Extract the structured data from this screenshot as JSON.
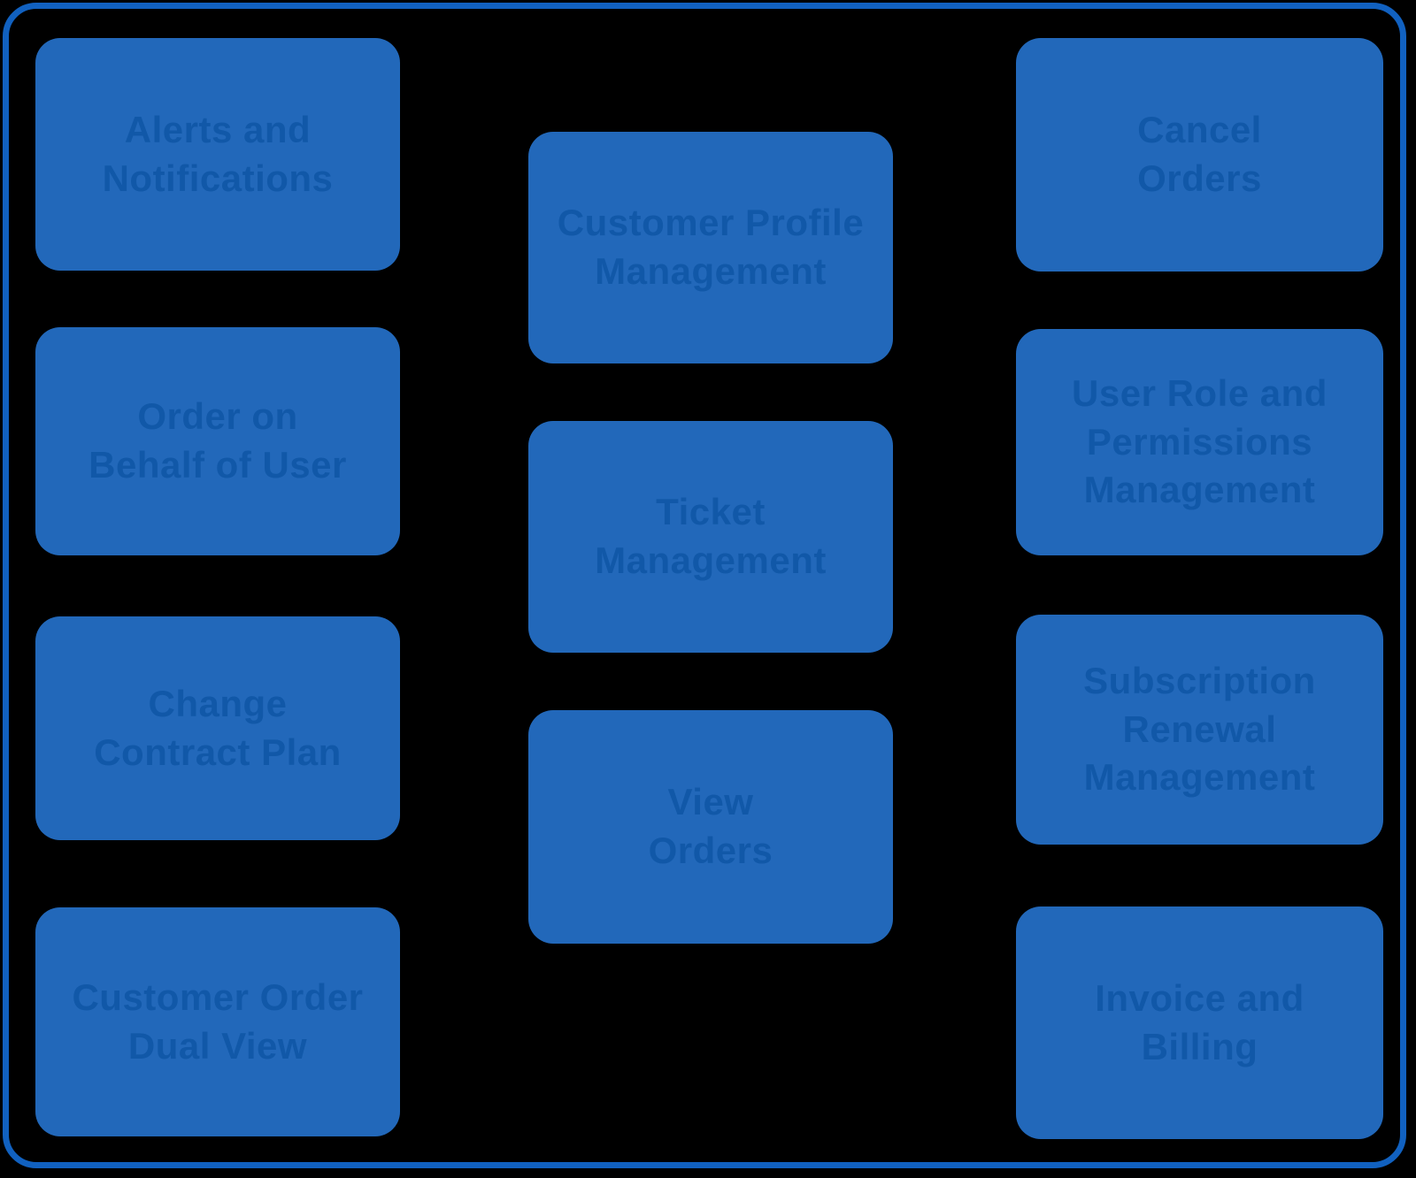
{
  "colors": {
    "background": "#000000",
    "frame_border": "#1161c0",
    "box_fill": "#2268ba",
    "box_text": "#1158a8"
  },
  "diagram": {
    "columns": [
      {
        "id": "left",
        "boxes": [
          {
            "label": "Alerts and\nNotifications"
          },
          {
            "label": "Order on\nBehalf of User"
          },
          {
            "label": "Change\nContract Plan"
          },
          {
            "label": "Customer Order\nDual View"
          }
        ]
      },
      {
        "id": "center",
        "boxes": [
          {
            "label": "Customer Profile\nManagement"
          },
          {
            "label": "Ticket\nManagement"
          },
          {
            "label": "View\nOrders"
          }
        ]
      },
      {
        "id": "right",
        "boxes": [
          {
            "label": "Cancel\nOrders"
          },
          {
            "label": "User Role and\nPermissions\nManagement"
          },
          {
            "label": "Subscription\nRenewal\nManagement"
          },
          {
            "label": "Invoice and\nBilling"
          }
        ]
      }
    ]
  }
}
